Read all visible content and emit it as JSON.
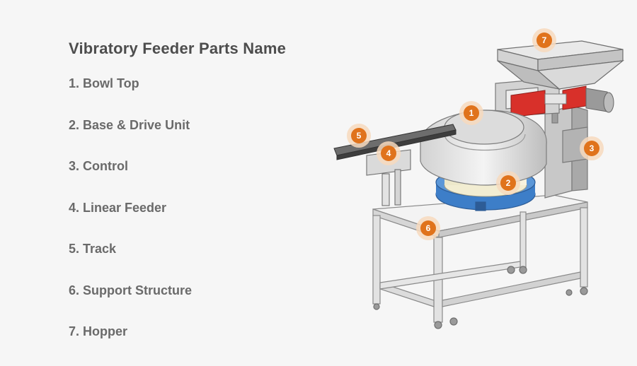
{
  "title": "Vibratory Feeder Parts Name",
  "parts": [
    {
      "label": "1. Bowl Top"
    },
    {
      "label": "2. Base & Drive Unit"
    },
    {
      "label": "3. Control"
    },
    {
      "label": "4. Linear Feeder"
    },
    {
      "label": "5. Track"
    },
    {
      "label": "6. Support Structure"
    },
    {
      "label": "7. Hopper"
    }
  ],
  "markers": [
    "1",
    "2",
    "3",
    "4",
    "5",
    "6",
    "7"
  ],
  "colors": {
    "marker": "#e0731c",
    "marker_halo": "#f7d9bd",
    "drive_blue": "#3d7ec8",
    "hopper_bracket": "#d8302a",
    "frame": "#dcdcdc",
    "steel": "#b9b9b9"
  }
}
